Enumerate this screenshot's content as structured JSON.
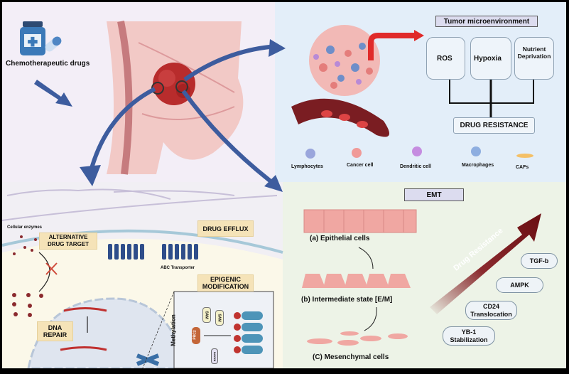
{
  "top_left": {
    "drug_label": "Chemotherapeutic drugs"
  },
  "tumor_microenvironment": {
    "title": "Tumor microenvironment",
    "factors": [
      "ROS",
      "Hypoxia",
      "Nutrient Deprivation"
    ],
    "result": "DRUG RESISTANCE",
    "legend": [
      "Lymphocytes",
      "Cancer cell",
      "Dendritic cell",
      "Macrophages",
      "CAFs"
    ]
  },
  "cellular_mechanisms": {
    "cellular_enzymes": "Cellular enzymes",
    "alternative_target": "ALTERNATIVE DRUG TARGET",
    "drug_efflux": "DRUG EFFLUX",
    "abc_transporter": "ABC Transporter",
    "epigenic": "EPIGENIC MODIFICATION",
    "dna_repair": "DNA REPAIR",
    "methylation": "Methylation",
    "prc2": "PRC2",
    "sam": "SAM",
    "rnapii": "RNAPII"
  },
  "emt": {
    "title": "EMT",
    "stages": [
      "(a) Epithelial cells",
      "(b) Intermediate state [E/M]",
      "(C) Mesenchymal cells"
    ],
    "arrow_label": "Drug Resistance",
    "factors": [
      "TGF-b",
      "AMPK",
      "CD24 Translocation",
      "YB-1 Stabilization"
    ]
  },
  "colors": {
    "panel_top_left": "#f3eef7",
    "panel_top_right": "#e3eef9",
    "panel_bottom_left": "#f1eff4",
    "panel_bottom_right": "#edf3e7",
    "arrow_blue": "#3d5c9e",
    "arrow_red": "#e02a2a",
    "resistance_arrow": "#7a1418"
  }
}
